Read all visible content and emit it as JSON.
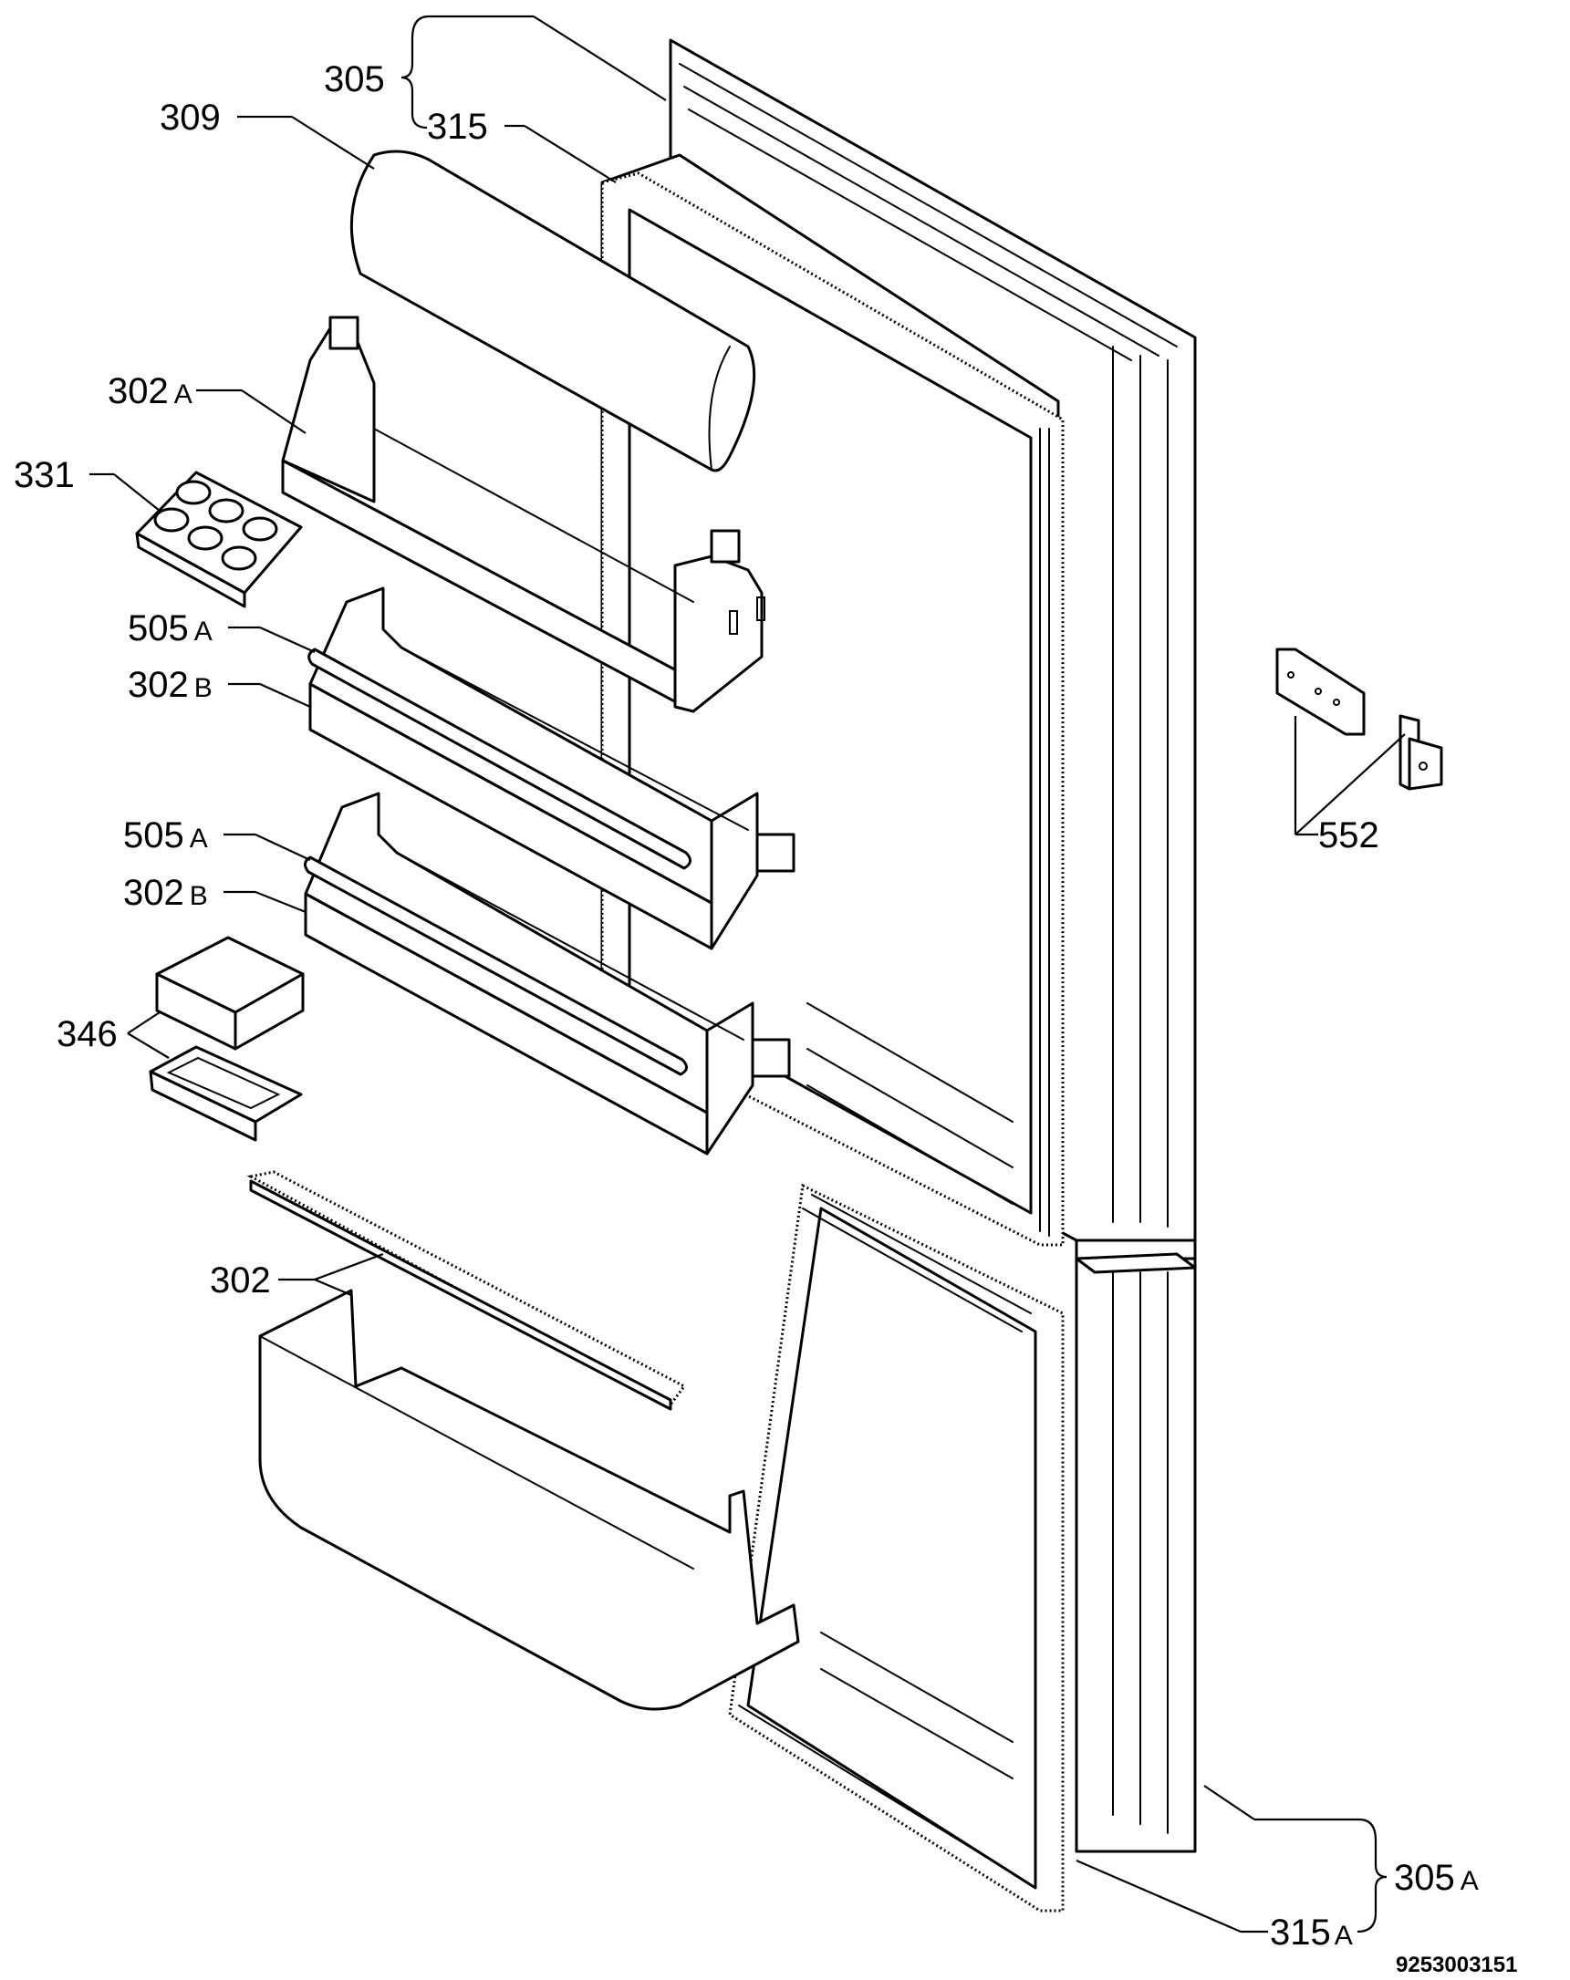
{
  "diagram": {
    "drawing_number": "9253003151",
    "callouts": [
      {
        "id": "c305",
        "number": "305",
        "suffix": ""
      },
      {
        "id": "c315",
        "number": "315",
        "suffix": ""
      },
      {
        "id": "c309",
        "number": "309",
        "suffix": ""
      },
      {
        "id": "c302a",
        "number": "302",
        "suffix": "A"
      },
      {
        "id": "c331",
        "number": "331",
        "suffix": ""
      },
      {
        "id": "c505a1",
        "number": "505",
        "suffix": "A"
      },
      {
        "id": "c302b1",
        "number": "302",
        "suffix": "B"
      },
      {
        "id": "c505a2",
        "number": "505",
        "suffix": "A"
      },
      {
        "id": "c302b2",
        "number": "302",
        "suffix": "B"
      },
      {
        "id": "c346",
        "number": "346",
        "suffix": ""
      },
      {
        "id": "c302",
        "number": "302",
        "suffix": ""
      },
      {
        "id": "c552",
        "number": "552",
        "suffix": ""
      },
      {
        "id": "c305a",
        "number": "305",
        "suffix": "A"
      },
      {
        "id": "c315a",
        "number": "315",
        "suffix": "A"
      }
    ]
  }
}
